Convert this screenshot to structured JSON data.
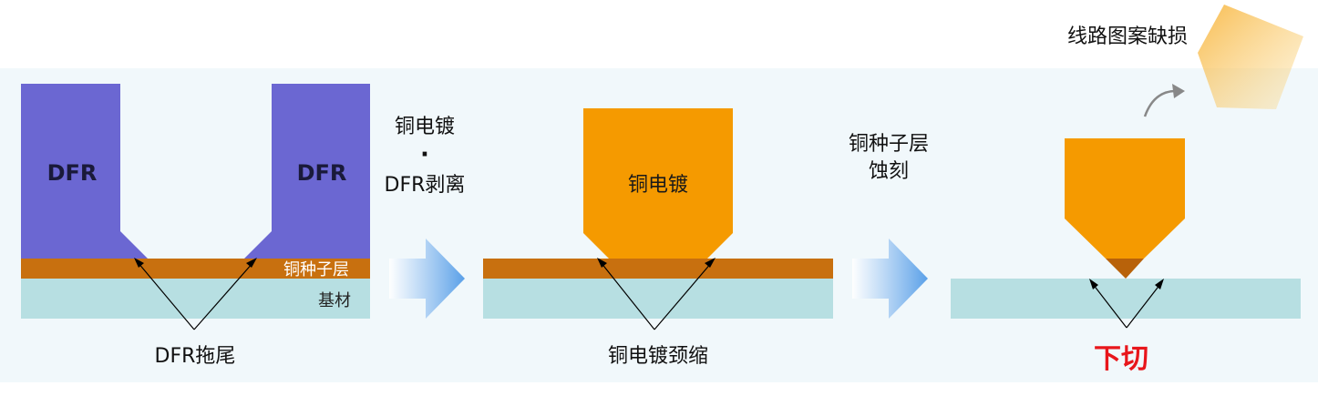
{
  "labels": {
    "dfr_left": "DFR",
    "dfr_right": "DFR",
    "seed_layer": "铜种子层",
    "substrate": "基材",
    "dfr_tail": "DFR拖尾",
    "step1_line1": "铜电镀",
    "step1_dot": "·",
    "step1_line2": "DFR剥离",
    "plated_copper": "铜电镀",
    "necking": "铜电镀颈缩",
    "step2_line1": "铜种子层",
    "step2_line2": "蚀刻",
    "pattern_defect": "线路图案缺损",
    "undercut": "下切"
  },
  "colors": {
    "dfr": "#6b67d2",
    "seed": "#c8700f",
    "substrate": "#b7dfe2",
    "copper": "#f59a00",
    "copper_dark": "#b8620a",
    "undercut": "#e8161b",
    "panel": "#f1f8fb"
  },
  "icons": {
    "process_arrow": "right-arrow-icon",
    "curved_arrow": "curved-arrow-icon",
    "fragment": "broken-fragment-icon"
  }
}
